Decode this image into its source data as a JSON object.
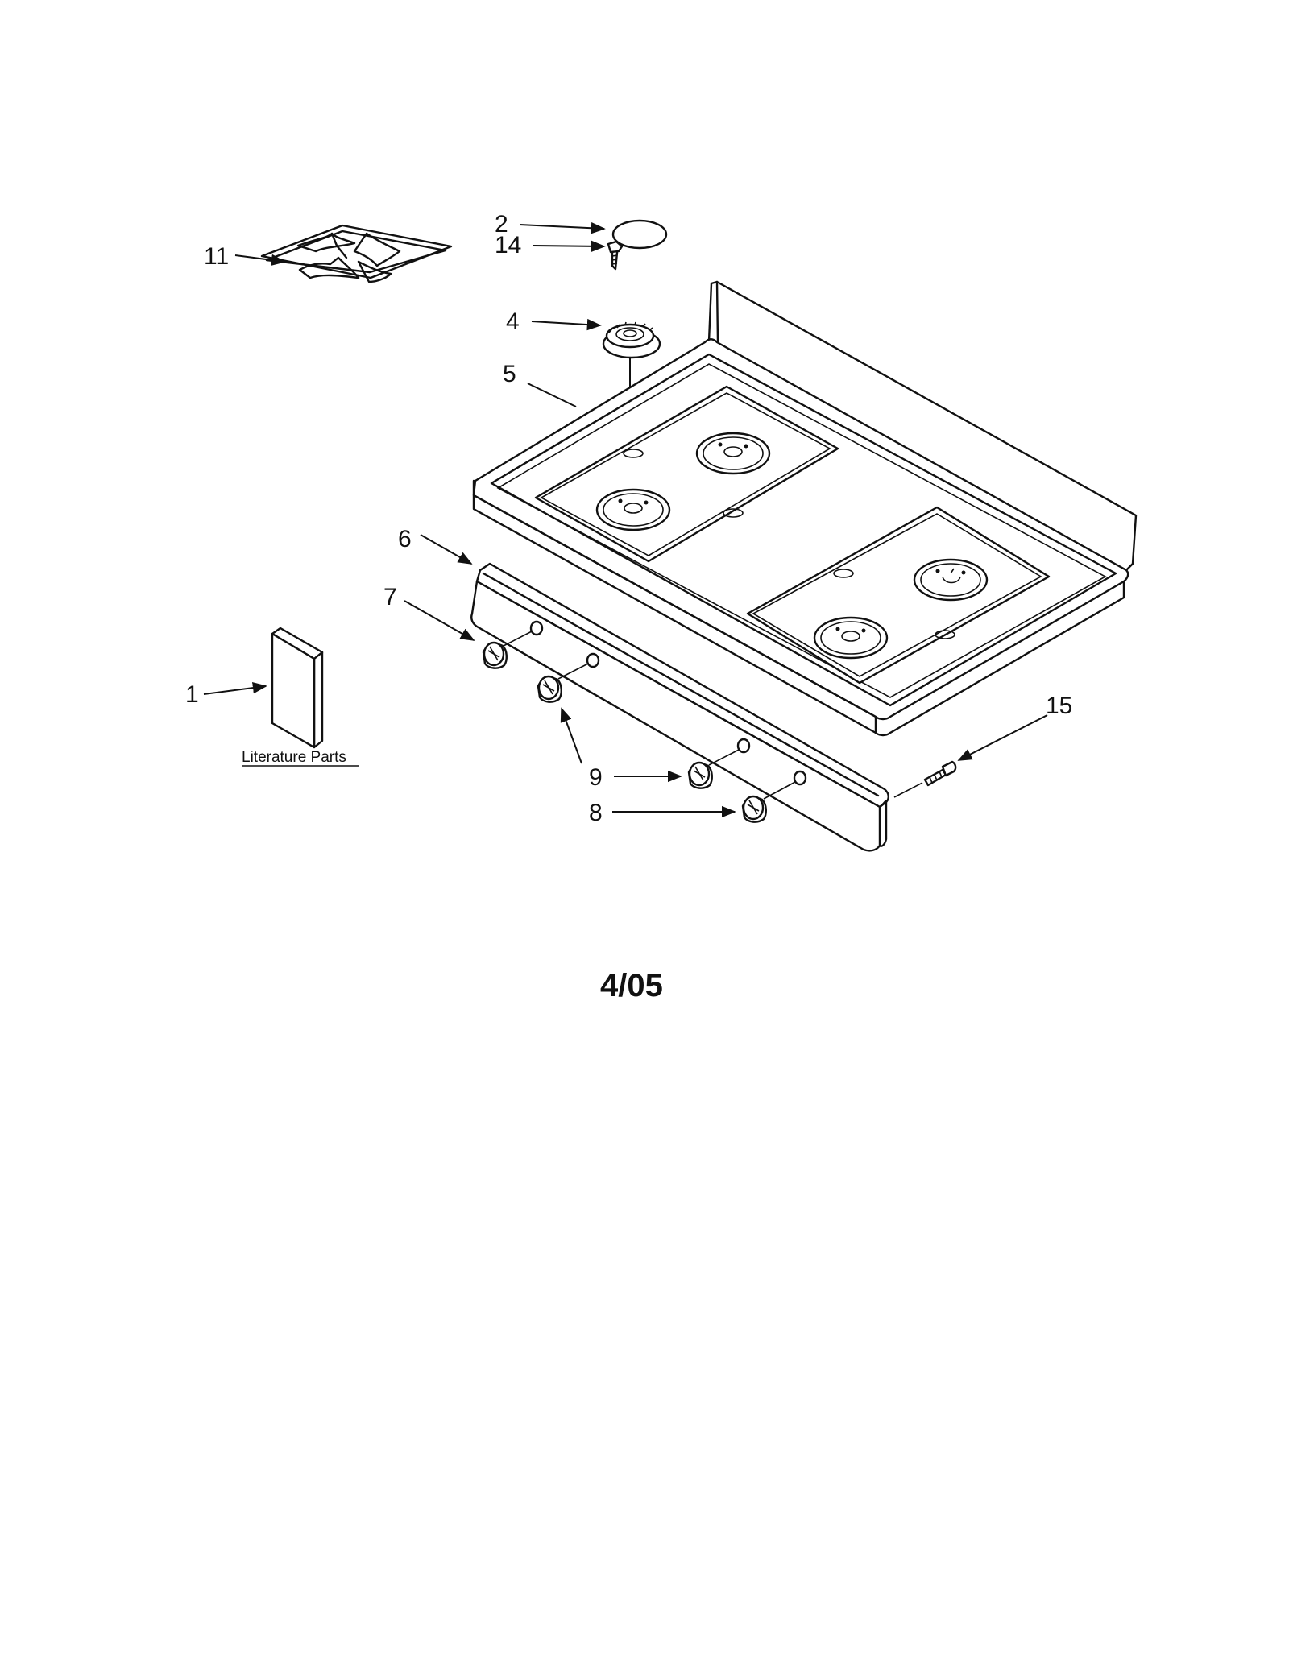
{
  "callouts": {
    "c1": "1",
    "c2": "2",
    "c4": "4",
    "c5": "5",
    "c6": "6",
    "c7": "7",
    "c8": "8",
    "c9": "9",
    "c11": "11",
    "c14": "14",
    "c15": "15"
  },
  "literature_label": "Literature Parts",
  "date_code": "4/05"
}
